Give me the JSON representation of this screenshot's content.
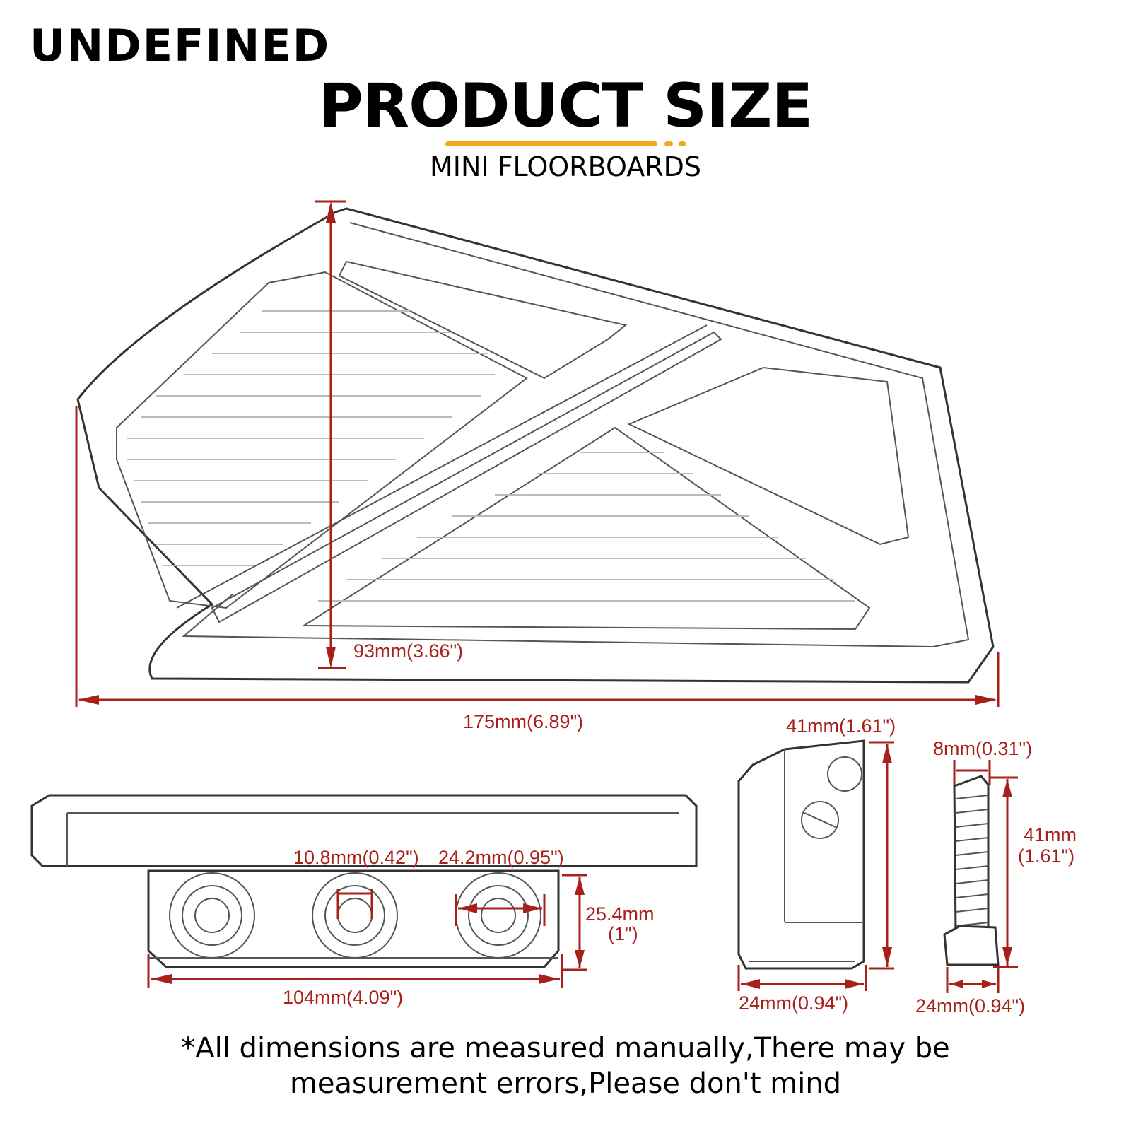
{
  "brand": "UNDEFINED",
  "title": "PRODUCT SIZE",
  "subtitle": "MINI FLOORBOARDS",
  "accent_color": "#f2a81d",
  "dimension_color": "#a8201a",
  "dimensions": {
    "height_main": "93mm(3.66\")",
    "length_main": "175mm(6.89\")",
    "hole_diameter": "10.8mm(0.42\")",
    "hole_spacing": "24.2mm(0.95\")",
    "mount_height_mm": "25.4mm",
    "mount_height_in": "(1\")",
    "mount_length": "104mm(4.09\")",
    "bracket_height": "41mm(1.61\")",
    "bracket_width": "24mm(0.94\")",
    "bolt_diameter": "8mm(0.31\")",
    "bolt_length_mm": "41mm",
    "bolt_length_in": "(1.61\")",
    "bolt_head_width": "24mm(0.94\")"
  },
  "note": {
    "line1": "*All dimensions are measured manually,There may be",
    "line2": "measurement errors,Please don't mind"
  }
}
